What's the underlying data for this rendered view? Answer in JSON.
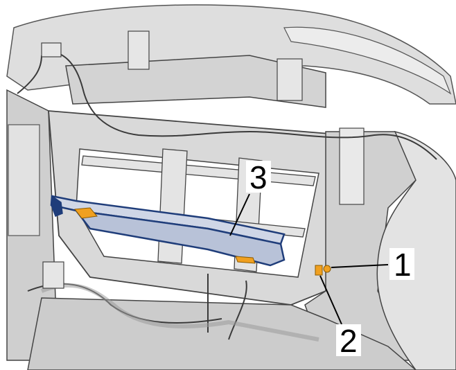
{
  "diagram": {
    "callouts": [
      {
        "id": "callout-1",
        "label": "1"
      },
      {
        "id": "callout-2",
        "label": "2"
      },
      {
        "id": "callout-3",
        "label": "3"
      }
    ],
    "colors": {
      "background": "#ffffff",
      "body": "#dcdcdc",
      "body_light": "#ececec",
      "body_dark": "#b9b9b9",
      "outline": "#4a4a4a",
      "trim_strip": "#1f3d7a",
      "clip": "#f0a020",
      "leader": "#000000"
    }
  }
}
